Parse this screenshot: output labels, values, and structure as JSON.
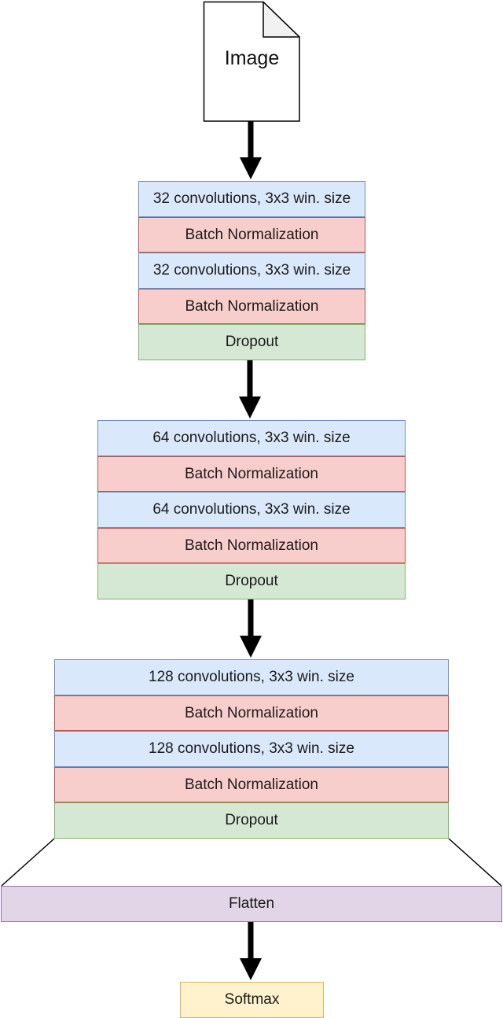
{
  "input": {
    "label": "Image",
    "icon": "document-icon"
  },
  "blocks": [
    {
      "layers": [
        {
          "label": "32 convolutions, 3x3 win. size",
          "type": "conv"
        },
        {
          "label": "Batch Normalization",
          "type": "batch_norm"
        },
        {
          "label": "32 convolutions, 3x3 win. size",
          "type": "conv"
        },
        {
          "label": "Batch Normalization",
          "type": "batch_norm"
        },
        {
          "label": "Dropout",
          "type": "dropout"
        }
      ]
    },
    {
      "layers": [
        {
          "label": "64 convolutions, 3x3 win. size",
          "type": "conv"
        },
        {
          "label": "Batch Normalization",
          "type": "batch_norm"
        },
        {
          "label": "64 convolutions, 3x3 win. size",
          "type": "conv"
        },
        {
          "label": "Batch Normalization",
          "type": "batch_norm"
        },
        {
          "label": "Dropout",
          "type": "dropout"
        }
      ]
    },
    {
      "layers": [
        {
          "label": "128 convolutions, 3x3 win. size",
          "type": "conv"
        },
        {
          "label": "Batch Normalization",
          "type": "batch_norm"
        },
        {
          "label": "128 convolutions, 3x3 win. size",
          "type": "conv"
        },
        {
          "label": "Batch Normalization",
          "type": "batch_norm"
        },
        {
          "label": "Dropout",
          "type": "dropout"
        }
      ]
    }
  ],
  "flatten": {
    "label": "Flatten"
  },
  "softmax": {
    "label": "Softmax"
  },
  "colors": {
    "conv_fill": "#dae8fc",
    "conv_border": "#6c8ebf",
    "batch_norm_fill": "#f8cecc",
    "batch_norm_border": "#b85450",
    "dropout_fill": "#d5e8d4",
    "dropout_border": "#82b366",
    "flatten_fill": "#e1d5e7",
    "flatten_border": "#9673a6",
    "softmax_fill": "#fff2cc",
    "softmax_border": "#d6b656",
    "arrow": "#000000"
  }
}
